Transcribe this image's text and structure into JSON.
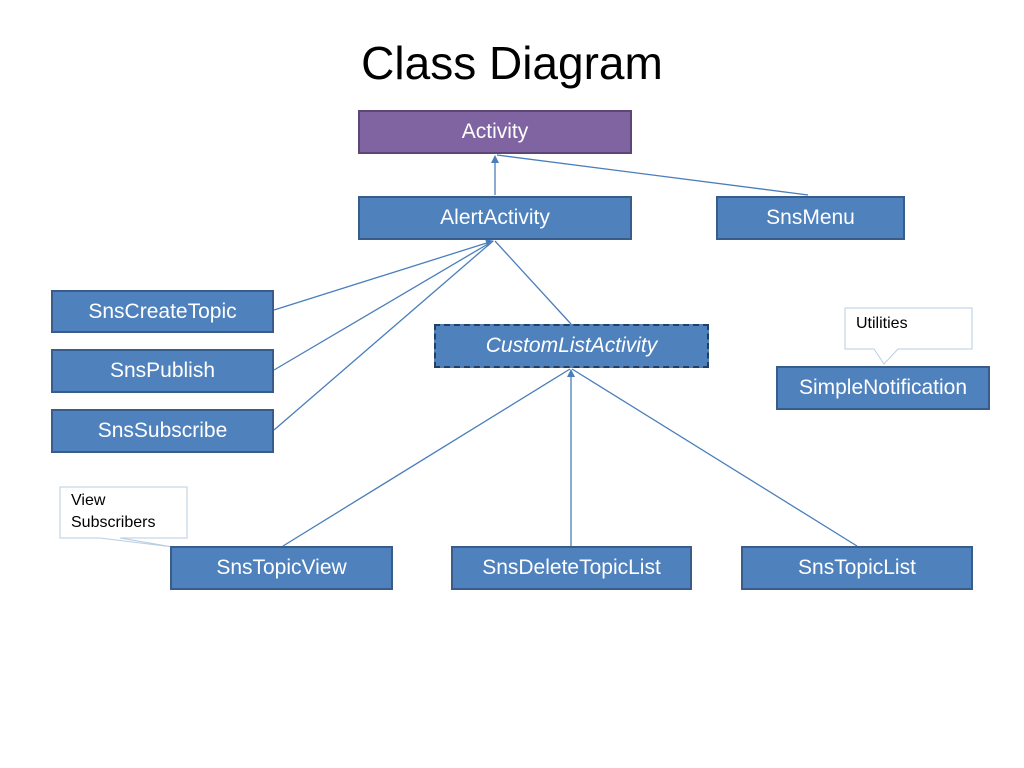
{
  "title": "Class Diagram",
  "classes": {
    "activity": "Activity",
    "alert_activity": "AlertActivity",
    "sns_menu": "SnsMenu",
    "sns_create_topic": "SnsCreateTopic",
    "sns_publish": "SnsPublish",
    "sns_subscribe": "SnsSubscribe",
    "custom_list_activity": "CustomListActivity",
    "simple_notification": "SimpleNotification",
    "sns_topic_view": "SnsTopicView",
    "sns_delete_topic_list": "SnsDeleteTopicList",
    "sns_topic_list": "SnsTopicList"
  },
  "notes": {
    "utilities": "Utilities",
    "view_subscribers_line1": "View",
    "view_subscribers_line2": "Subscribers"
  },
  "colors": {
    "class_fill": "#4f81bd",
    "class_border": "#385d8a",
    "root_fill": "#8064a2",
    "connector": "#4a7ebb"
  }
}
